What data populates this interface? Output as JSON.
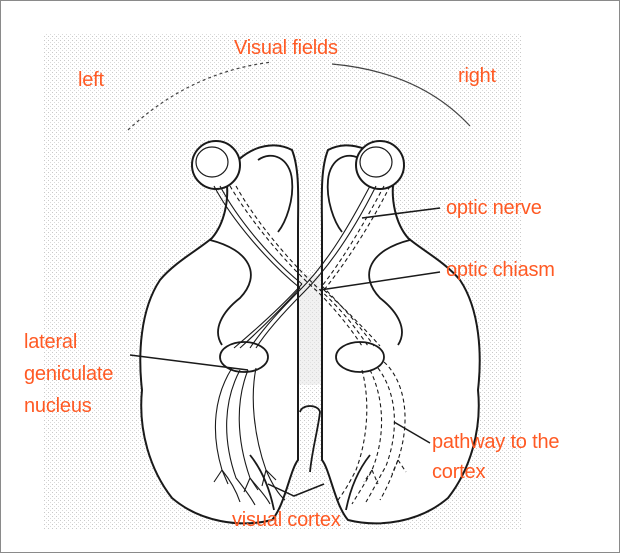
{
  "diagram": {
    "title": "Visual fields",
    "labels": {
      "left": "left",
      "right": "right",
      "optic_nerve": "optic nerve",
      "optic_chiasm": "optic chiasm",
      "lgn_line1": "lateral",
      "lgn_line2": "geniculate",
      "lgn_line3": "nucleus",
      "pathway_line1": "pathway to the",
      "pathway_line2": "cortex",
      "visual_cortex": "visual cortex"
    }
  },
  "colors": {
    "label": "#ff5a24",
    "outline": "#1a1a1a",
    "stipple": "#cfcfcf",
    "frame": "#8a8a8a"
  }
}
